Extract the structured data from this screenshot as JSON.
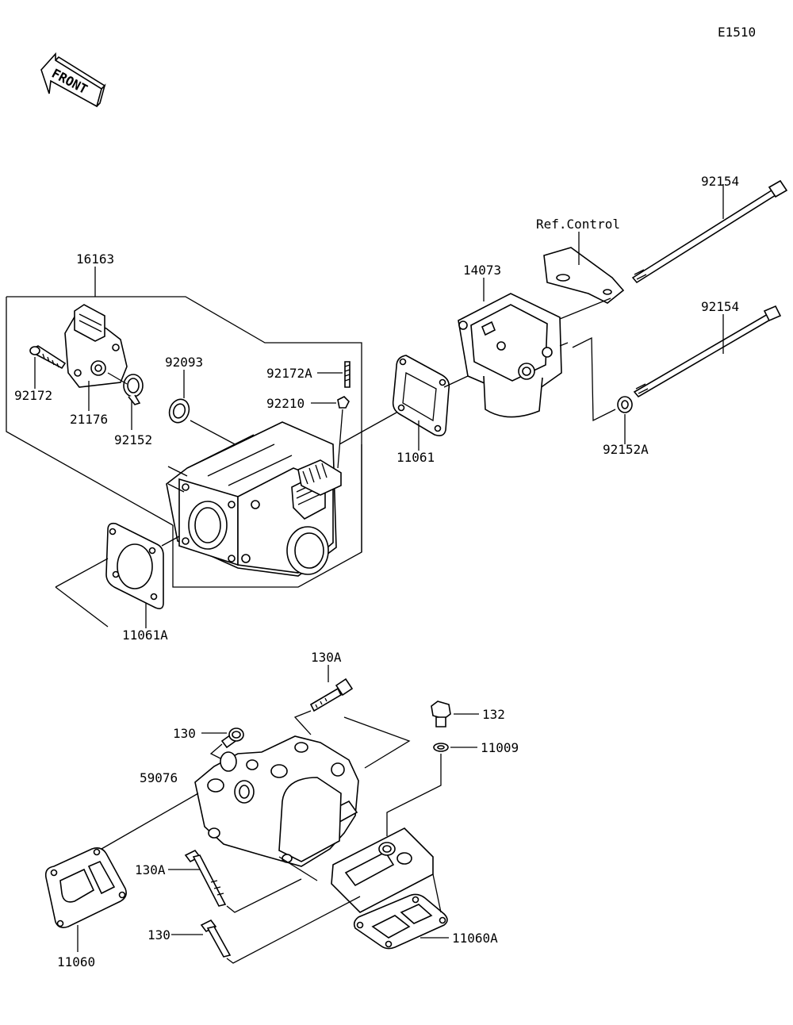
{
  "diagram_code": "E1510",
  "front_label": "FRONT",
  "labels": {
    "p92154_top": "92154",
    "ref_control": "Ref.Control",
    "p92154_mid": "92154",
    "p14073": "14073",
    "p16163": "16163",
    "p92093": "92093",
    "p92172A": "92172A",
    "p92210": "92210",
    "p92172": "92172",
    "p21176": "21176",
    "p92152": "92152",
    "p11061": "11061",
    "p92152A": "92152A",
    "p11061A": "11061A",
    "p130A_top": "130A",
    "p132": "132",
    "p130_top": "130",
    "p11009": "11009",
    "p59076": "59076",
    "p130A_bot": "130A",
    "p130_bot": "130",
    "p11060A": "11060A",
    "p11060": "11060"
  }
}
